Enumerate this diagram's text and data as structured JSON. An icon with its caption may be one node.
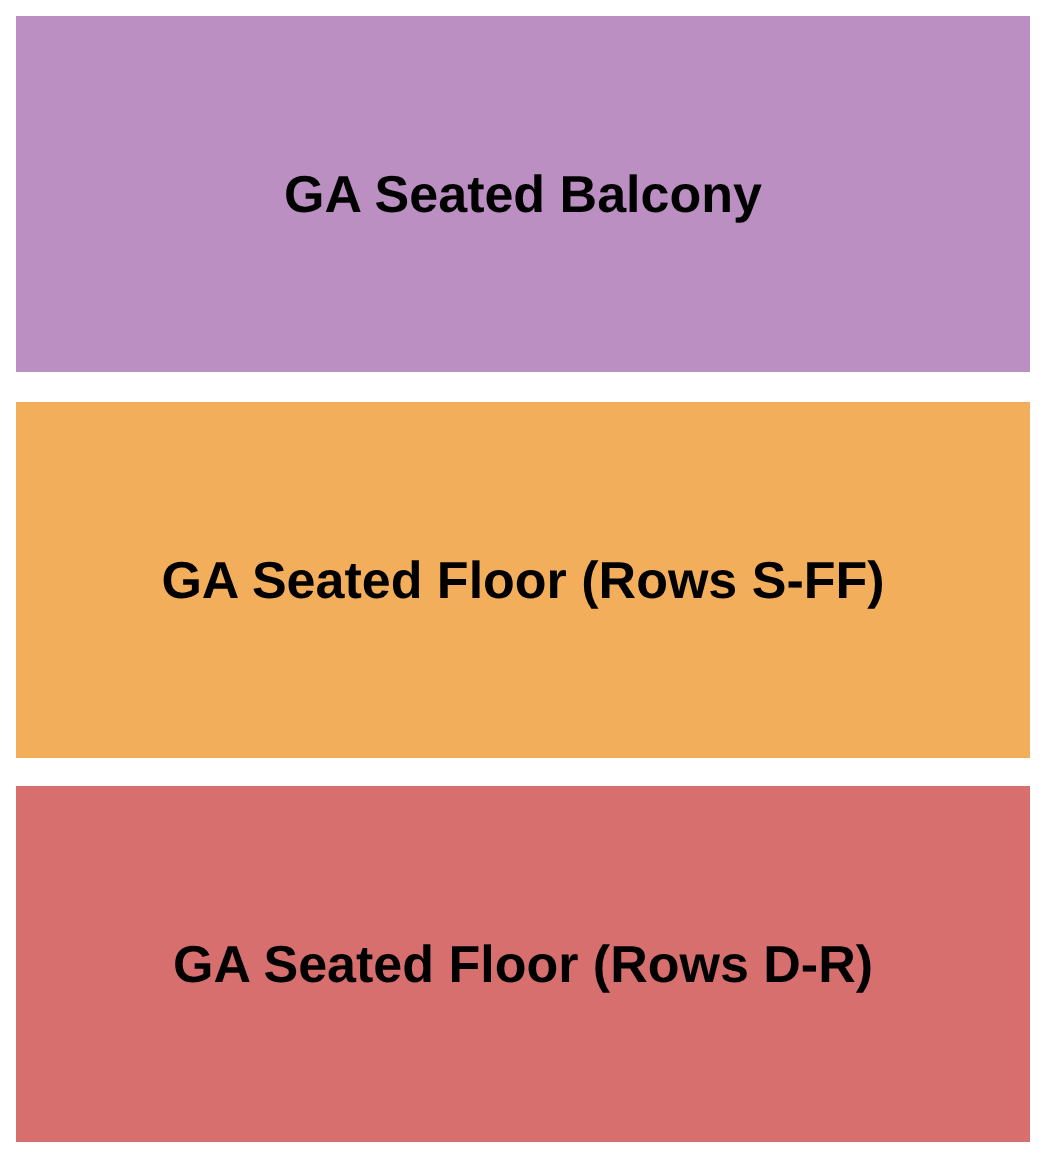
{
  "diagram": {
    "nodes": [
      {
        "text": [
          "GA Seated Balcony"
        ]
      },
      {
        "text": [
          "GA Seated Floor (Rows S-FF)"
        ]
      },
      {
        "text": [
          "GA Seated Floor (Rows D-R)"
        ]
      }
    ]
  }
}
